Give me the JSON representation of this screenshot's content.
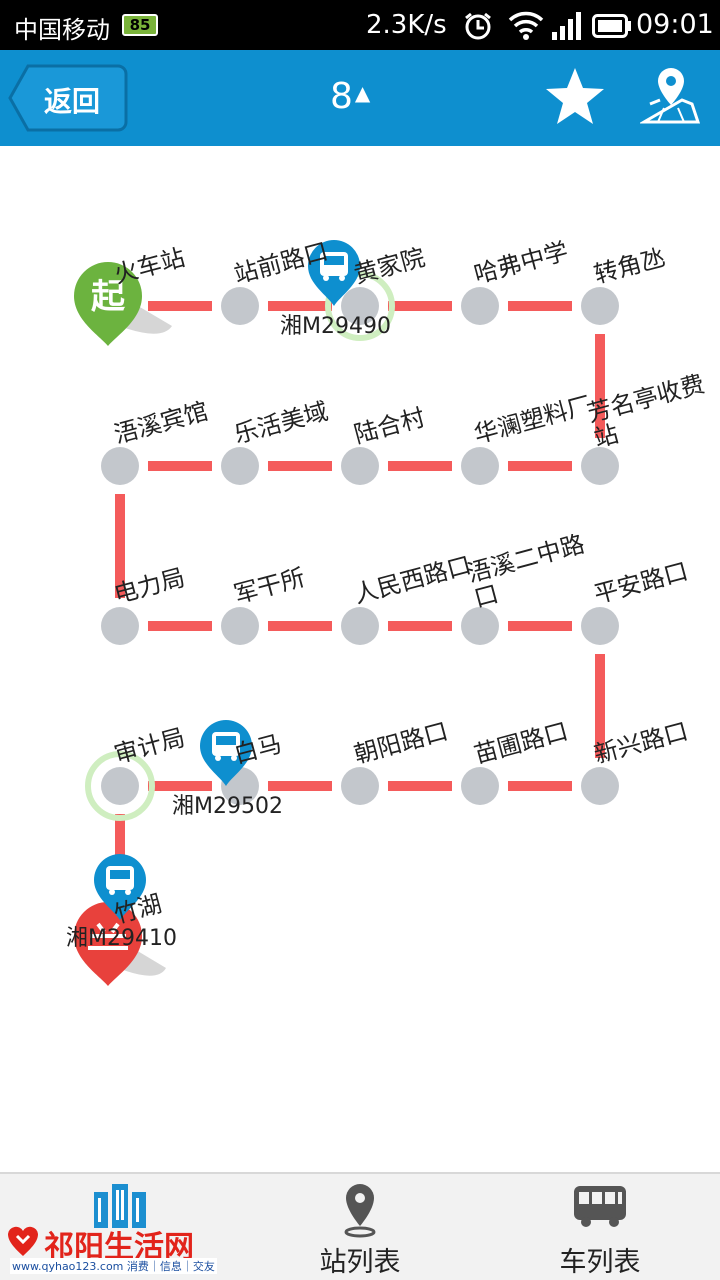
{
  "status_bar": {
    "carrier": "中国移动",
    "battery_small": "85",
    "net_speed": "2.3K/s",
    "time": "09:01"
  },
  "header": {
    "back_label": "返回",
    "route_number": "8",
    "direction_arrow": "▲",
    "star_icon": "star-icon",
    "map_icon": "map-pin-icon"
  },
  "route": {
    "line_color": "#f45b5b",
    "stop_color": "#c3c7cc",
    "start_badge": "起",
    "start_badge_color": "#6cb33f",
    "end_badge_color": "#e8413c",
    "stations": [
      "火车站",
      "站前路口",
      "黄家院",
      "哈弗中学",
      "转角氹",
      "芳名亭收费站",
      "华澜塑料厂",
      "陆合村",
      "乐活美域",
      "浯溪宾馆",
      "电力局",
      "军干所",
      "人民西路口",
      "浯溪二中路口",
      "平安路口",
      "新兴路口",
      "苗圃路口",
      "朝阳路口",
      "白马",
      "审计局",
      "竹湖"
    ],
    "buses": [
      {
        "plate": "湘M29490"
      },
      {
        "plate": "湘M29502"
      },
      {
        "plate": "湘M29410"
      }
    ]
  },
  "bottom_bar": {
    "logo_text": "祁阳生活网",
    "logo_url": "www.qyhao123.com 消费｜信息｜交友",
    "tabs": [
      {
        "label": "",
        "icon": "building-icon"
      },
      {
        "label": "站列表",
        "icon": "location-pin-icon"
      },
      {
        "label": "车列表",
        "icon": "bus-icon"
      }
    ]
  }
}
